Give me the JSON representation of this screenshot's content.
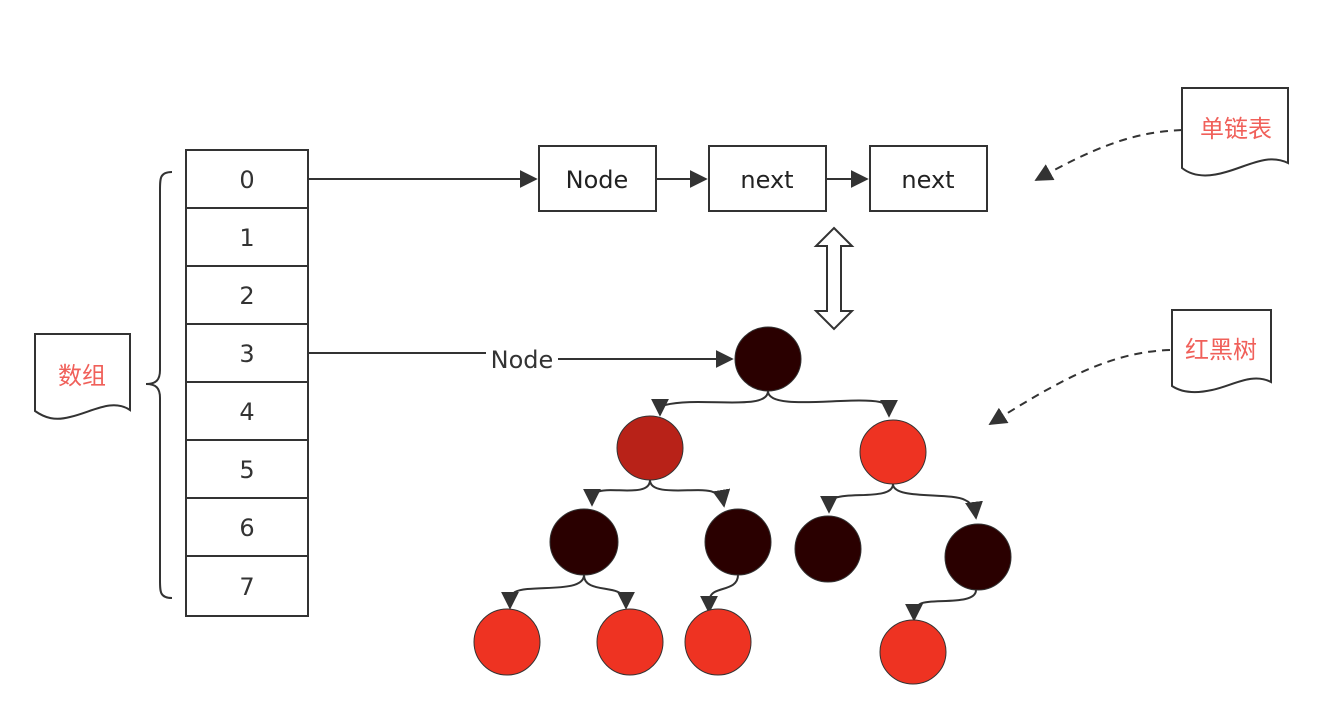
{
  "colors": {
    "stroke": "#333333",
    "note_text": "#f0605a",
    "black_node": "#2a0000",
    "red_node": "#ee3322",
    "dark_red_node": "#b82218"
  },
  "array": {
    "label": "数组",
    "cells": [
      "0",
      "1",
      "2",
      "3",
      "4",
      "5",
      "6",
      "7"
    ]
  },
  "linked_list": {
    "label": "单链表",
    "nodes": [
      "Node",
      "next",
      "next"
    ]
  },
  "red_black_tree": {
    "label": "红黑树",
    "edge_label": "Node",
    "nodes": [
      {
        "id": "root",
        "color": "black"
      },
      {
        "id": "l",
        "color": "dark_red",
        "parent": "root"
      },
      {
        "id": "r",
        "color": "red",
        "parent": "root"
      },
      {
        "id": "ll",
        "color": "black",
        "parent": "l"
      },
      {
        "id": "lr",
        "color": "black",
        "parent": "l"
      },
      {
        "id": "rl",
        "color": "black",
        "parent": "r"
      },
      {
        "id": "rr",
        "color": "black",
        "parent": "r"
      },
      {
        "id": "lll",
        "color": "red",
        "parent": "ll"
      },
      {
        "id": "llr",
        "color": "red",
        "parent": "ll"
      },
      {
        "id": "lrl",
        "color": "red",
        "parent": "lr"
      },
      {
        "id": "rrl",
        "color": "red",
        "parent": "rr"
      }
    ]
  }
}
